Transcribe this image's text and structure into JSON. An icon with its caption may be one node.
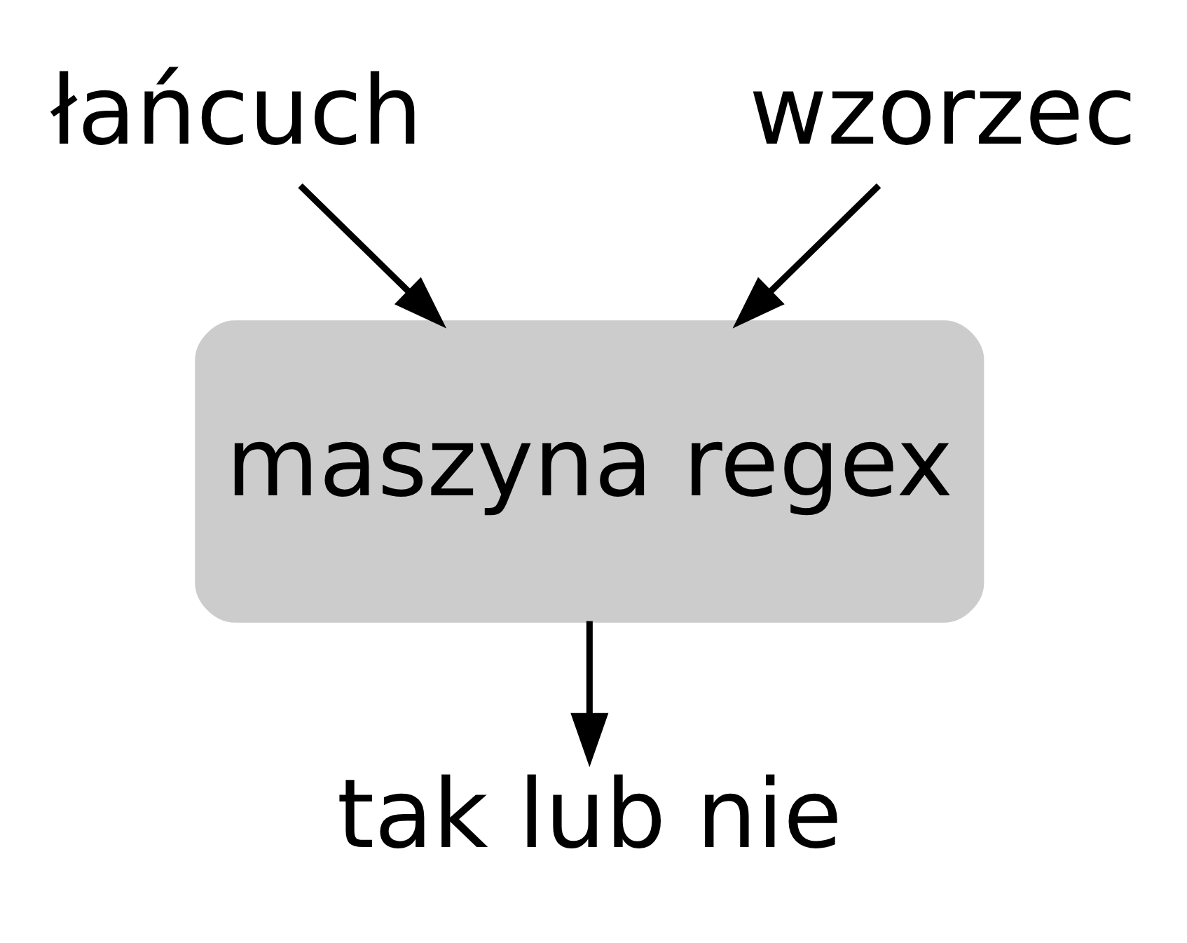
{
  "diagram": {
    "nodes": [
      {
        "text": [
          "łańcuch"
        ]
      },
      {
        "text": [
          "wzorzec"
        ]
      },
      {
        "text": [
          "maszyna regex"
        ]
      },
      {
        "text": [
          "tak lub nie"
        ]
      }
    ],
    "edges": [
      {
        "from": 0,
        "to": 2,
        "arrow": "to"
      },
      {
        "from": 1,
        "to": 2,
        "arrow": "to"
      },
      {
        "from": 2,
        "to": 3,
        "arrow": "to"
      }
    ]
  }
}
